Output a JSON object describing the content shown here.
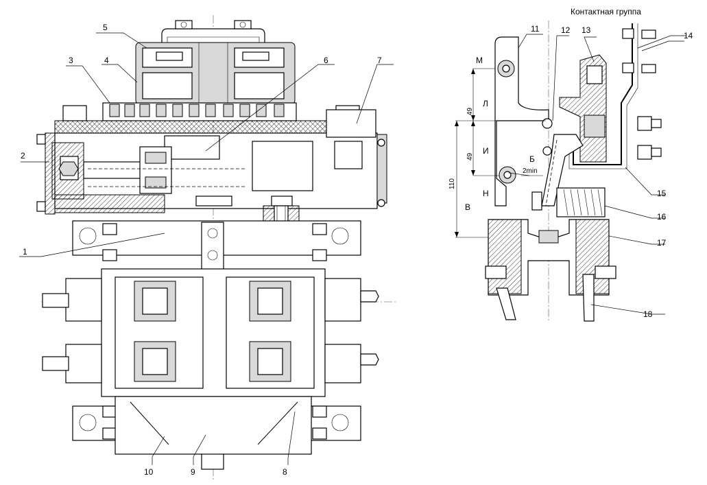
{
  "title": "Контактная группа",
  "left_callouts": [
    "1",
    "2",
    "3",
    "4",
    "5",
    "6",
    "7",
    "8",
    "9",
    "10"
  ],
  "right_callouts": [
    "11",
    "12",
    "13",
    "14",
    "15",
    "16",
    "17",
    "18"
  ],
  "letters": {
    "m": "М",
    "l": "Л",
    "i": "И",
    "n": "Н",
    "v": "В",
    "b": "Б"
  },
  "dimensions": {
    "d49a": "49",
    "d49b": "49",
    "d110": "110",
    "gap": "2min"
  }
}
